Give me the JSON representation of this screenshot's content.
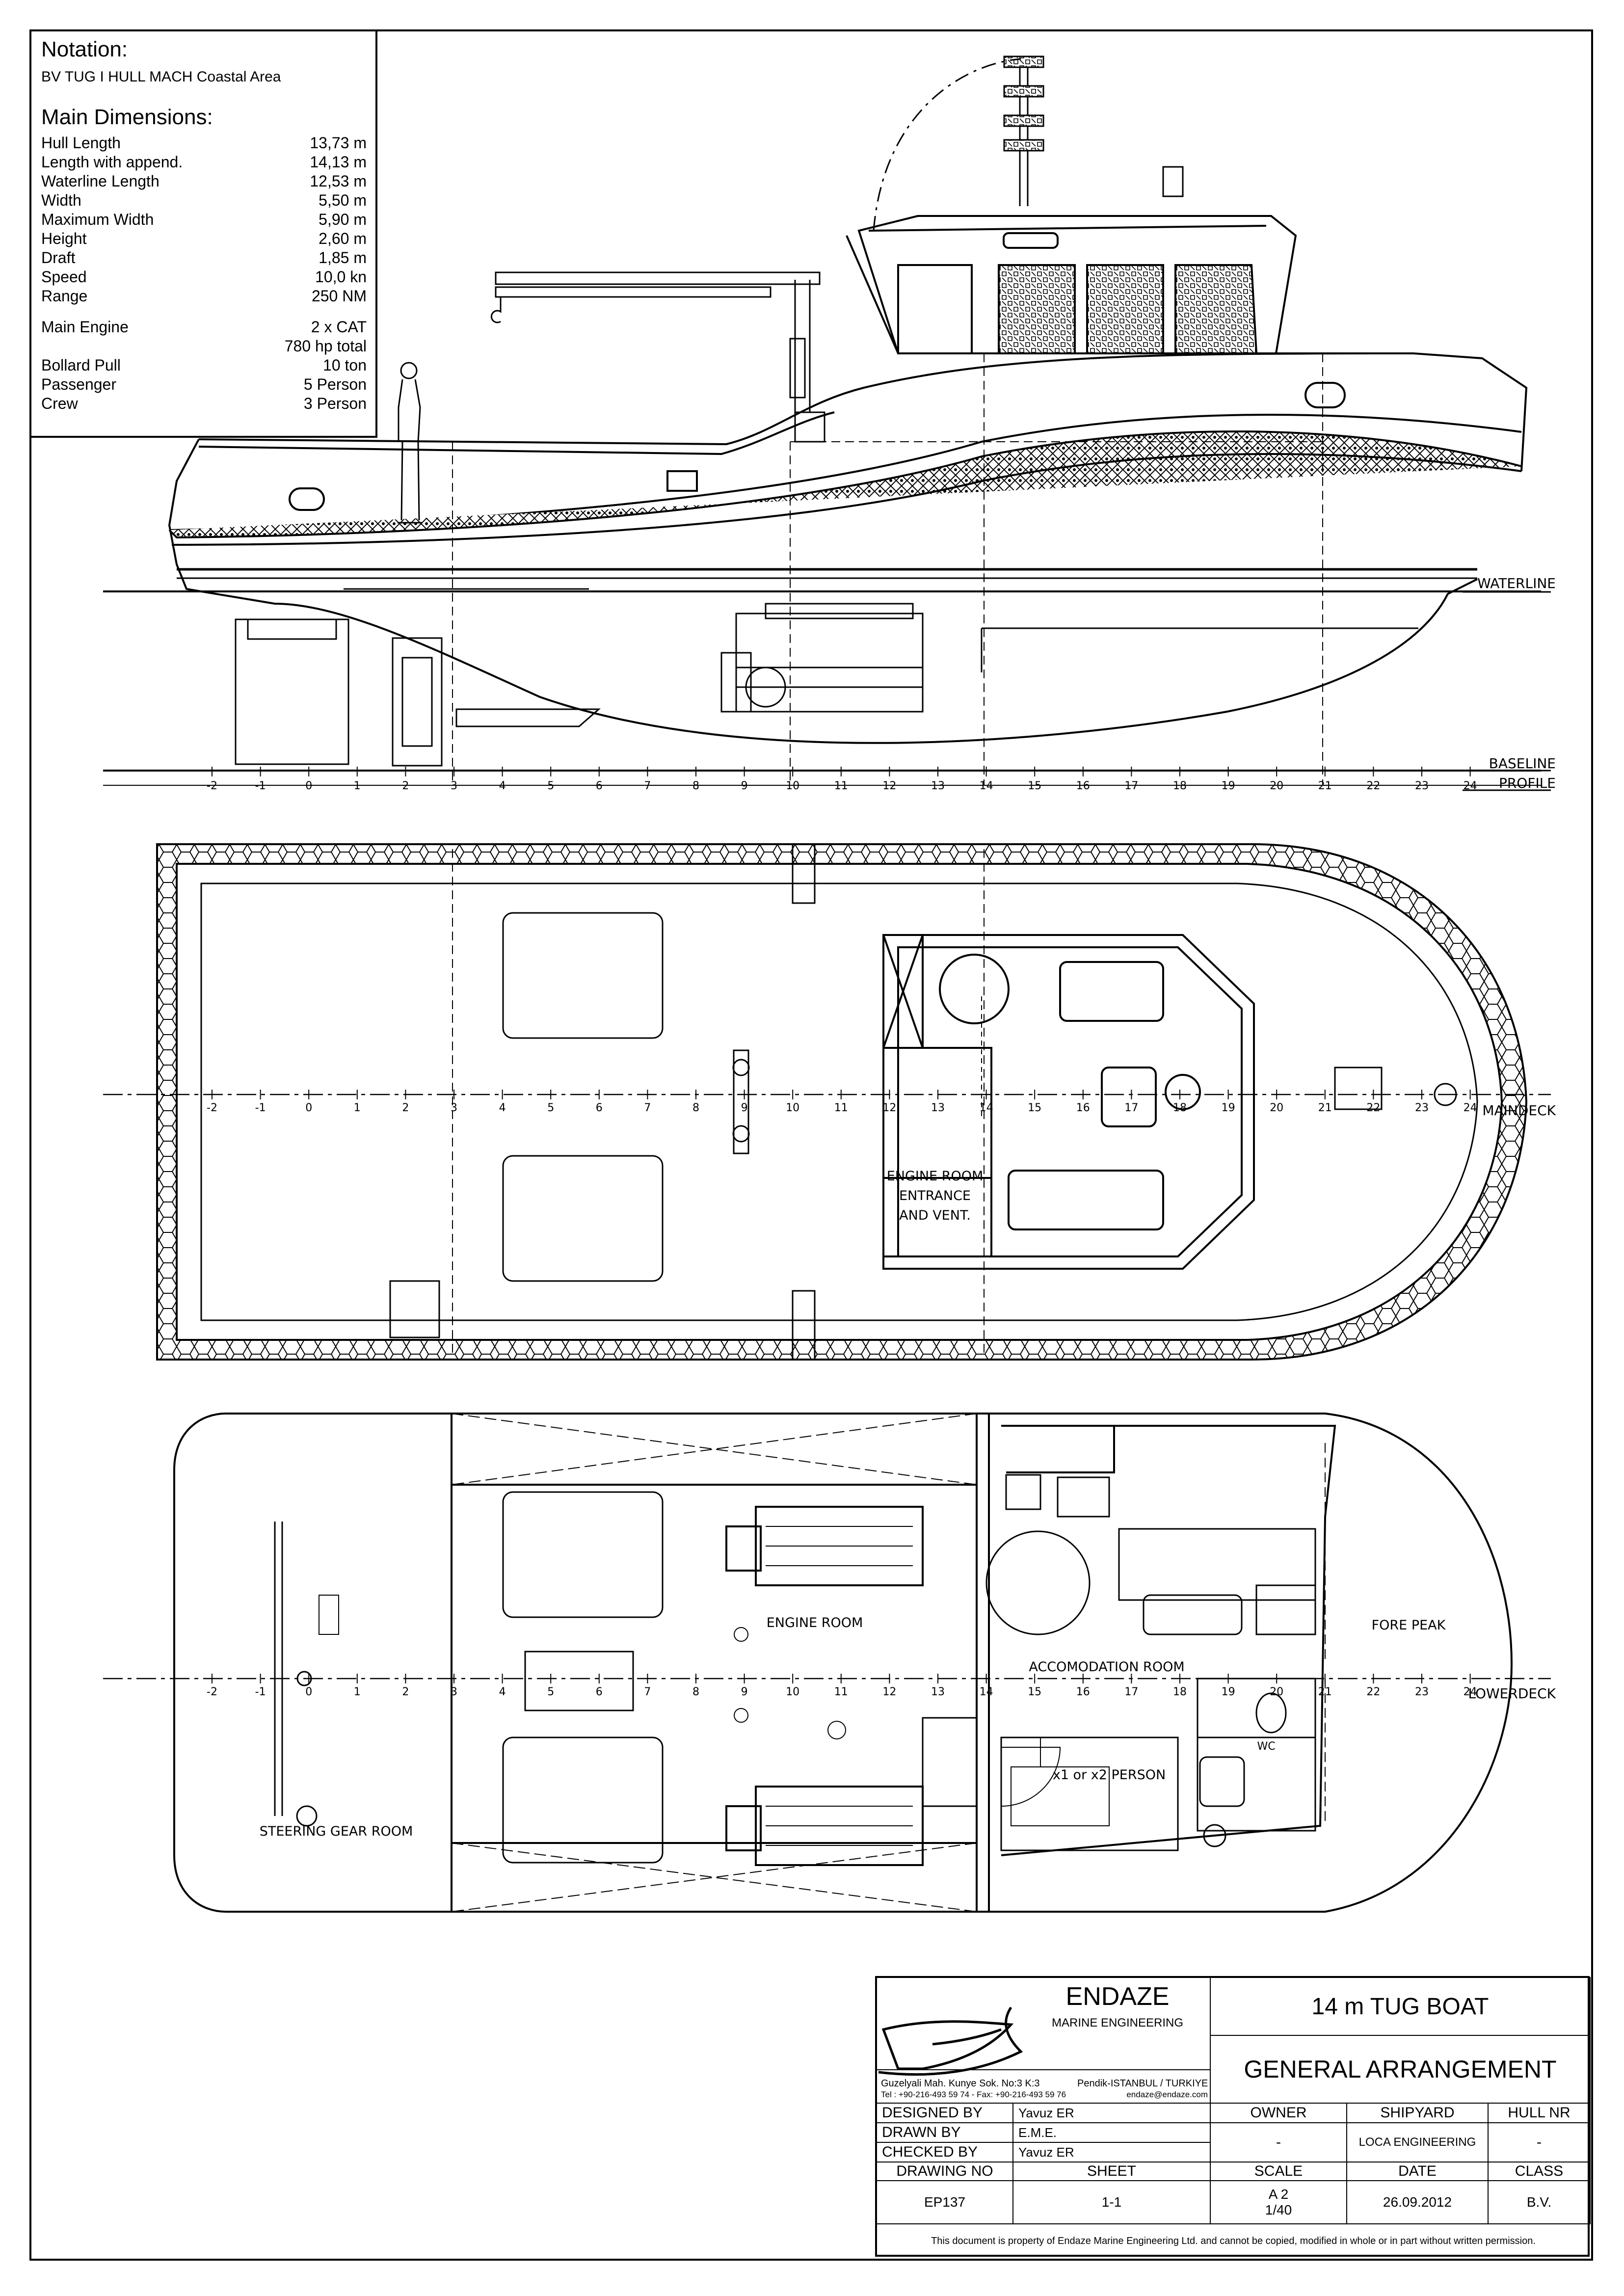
{
  "notation": {
    "heading": "Notation:",
    "class_text": "BV TUG I HULL MACH Coastal Area"
  },
  "main_dimensions": {
    "heading": "Main Dimensions:",
    "rows": [
      {
        "label": "Hull Length",
        "value": "13,73 m"
      },
      {
        "label": "Length with append.",
        "value": "14,13 m"
      },
      {
        "label": "Waterline Length",
        "value": "12,53 m"
      },
      {
        "label": "Width",
        "value": "5,50 m"
      },
      {
        "label": "Maximum Width",
        "value": "5,90 m"
      },
      {
        "label": "Height",
        "value": "2,60 m"
      },
      {
        "label": "Draft",
        "value": "1,85 m"
      },
      {
        "label": "Speed",
        "value": "10,0 kn"
      },
      {
        "label": "Range",
        "value": "250 NM"
      }
    ],
    "engine_label": "Main Engine",
    "engine_value": "2 x CAT",
    "engine_value2": "780 hp total",
    "rows2": [
      {
        "label": "Bollard Pull",
        "value": "10 ton"
      },
      {
        "label": "Passenger",
        "value": "5 Person"
      },
      {
        "label": "Crew",
        "value": "3 Person"
      }
    ]
  },
  "views": {
    "waterline": "WATERLINE",
    "baseline": "BASELINE",
    "profile": "PROFILE",
    "maindeck": "MAINDECK",
    "lowerdeck": "LOWERDECK"
  },
  "frame_numbers": [
    "-2",
    "-1",
    "0",
    "1",
    "2",
    "3",
    "4",
    "5",
    "6",
    "7",
    "8",
    "9",
    "10",
    "11",
    "12",
    "13",
    "14",
    "15",
    "16",
    "17",
    "18",
    "19",
    "20",
    "21",
    "22",
    "23",
    "24"
  ],
  "labels": {
    "engine_room_entrance_1": "ENGINE ROOM",
    "engine_room_entrance_2": "ENTRANCE",
    "engine_room_entrance_3": "AND VENT.",
    "engine_room": "ENGINE ROOM",
    "accomodation_room": "ACCOMODATION ROOM",
    "fore_peak": "FORE PEAK",
    "steering_gear_room": "STEERING GEAR ROOM",
    "wc": "WC",
    "person": "x1 or x2 PERSON"
  },
  "title_block": {
    "company": "ENDAZE",
    "company_sub": "MARINE ENGINEERING",
    "address1": "Guzelyali Mah. Kunye Sok. No:3 K:3",
    "address2": "Pendik-ISTANBUL / TURKIYE",
    "address3": "Tel : +90-216-493 59 74 - Fax: +90-216-493 59 76",
    "email": "endaze@endaze.com",
    "project": "14 m TUG BOAT",
    "drawing_title": "GENERAL ARRANGEMENT",
    "designed_by_label": "DESIGNED BY",
    "designed_by": "Yavuz ER",
    "drawn_by_label": "DRAWN BY",
    "drawn_by": "E.M.E.",
    "checked_by_label": "CHECKED BY",
    "checked_by": "Yavuz ER",
    "owner_label": "OWNER",
    "owner": "-",
    "shipyard_label": "SHIPYARD",
    "shipyard": "LOCA ENGINEERING",
    "hull_nr_label": "HULL NR",
    "hull_nr": "-",
    "drawing_no_label": "DRAWING NO",
    "drawing_no": "EP137",
    "sheet_label": "SHEET",
    "sheet": "1-1",
    "scale_label": "SCALE",
    "scale1": "A 2",
    "scale2": "1/40",
    "date_label": "DATE",
    "date": "26.09.2012",
    "class_label": "CLASS",
    "class": "B.V.",
    "disclaimer": "This document is property of Endaze Marine Engineering Ltd. and cannot be copied, modified in whole or in part without written permission."
  }
}
